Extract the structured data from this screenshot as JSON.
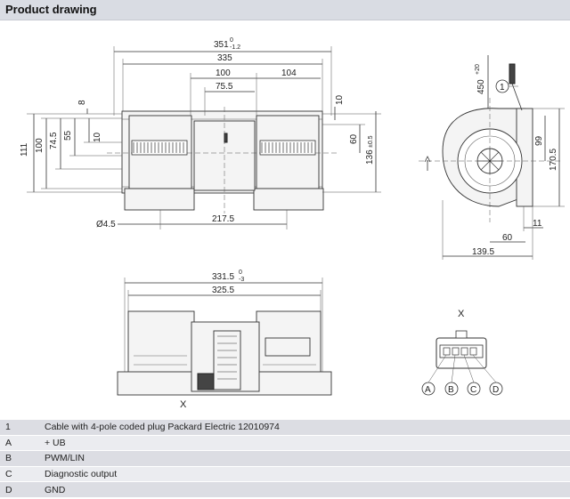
{
  "header": {
    "title": "Product drawing"
  },
  "top_view": {
    "dims": {
      "d351": "351",
      "d351_tol_top": "0",
      "d351_tol_bot": "-1.2",
      "d335": "335",
      "d100": "100",
      "d104": "104",
      "d75_5": "75.5",
      "d8": "8",
      "d10_right": "10",
      "d111": "111",
      "d100_left": "100",
      "d74_5": "74.5",
      "d55": "55",
      "d10_left": "10",
      "d60": "60",
      "d136": "136",
      "d136_tol": "±0.5",
      "d4_5": "Ø4.5",
      "d217_5": "217.5"
    }
  },
  "side_view": {
    "dims": {
      "d450": "450",
      "d450_tol": "+20",
      "callout": "1",
      "d99": "99",
      "d170_5": "170.5",
      "d11": "11",
      "d60": "60",
      "d139_5": "139.5"
    }
  },
  "front_view": {
    "dims": {
      "d331_5": "331.5",
      "d331_tol_top": "0",
      "d331_tol_bot": "-3",
      "d325_5": "325.5"
    },
    "view_label": "X"
  },
  "connector": {
    "view_label": "X",
    "pins": [
      "A",
      "B",
      "C",
      "D"
    ]
  },
  "legend": {
    "rows": [
      {
        "key": "1",
        "value": "Cable with 4-pole coded plug Packard Electric 12010974"
      },
      {
        "key": "A",
        "value": "+ UB"
      },
      {
        "key": "B",
        "value": "PWM/LIN"
      },
      {
        "key": "C",
        "value": "Diagnostic output"
      },
      {
        "key": "D",
        "value": "GND"
      }
    ]
  }
}
